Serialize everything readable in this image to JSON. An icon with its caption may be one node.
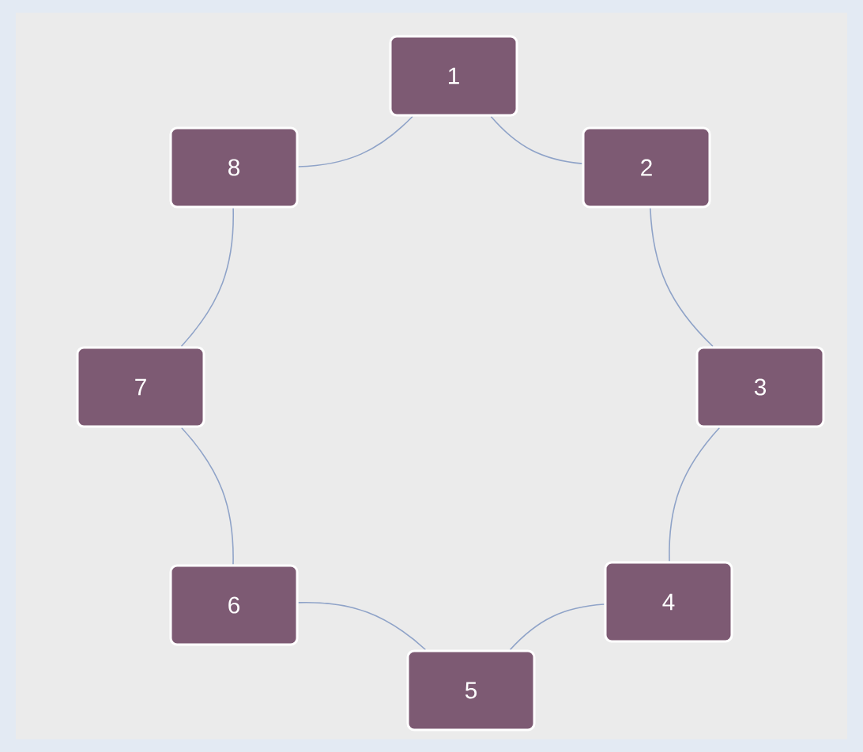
{
  "diagram": {
    "nodes": [
      {
        "text": [
          "1"
        ]
      },
      {
        "text": [
          "2"
        ]
      },
      {
        "text": [
          "3"
        ]
      },
      {
        "text": [
          "4"
        ]
      },
      {
        "text": [
          "5"
        ]
      },
      {
        "text": [
          "6"
        ]
      },
      {
        "text": [
          "7"
        ]
      },
      {
        "text": [
          "8"
        ]
      }
    ],
    "edges": [
      {
        "from": 0,
        "to": 1,
        "arrow": "none"
      },
      {
        "from": 1,
        "to": 2,
        "arrow": "none"
      },
      {
        "from": 2,
        "to": 3,
        "arrow": "none"
      },
      {
        "from": 3,
        "to": 4,
        "arrow": "none"
      },
      {
        "from": 4,
        "to": 5,
        "arrow": "none"
      },
      {
        "from": 5,
        "to": 6,
        "arrow": "none"
      },
      {
        "from": 6,
        "to": 7,
        "arrow": "none"
      },
      {
        "from": 7,
        "to": 0,
        "arrow": "none"
      }
    ]
  }
}
